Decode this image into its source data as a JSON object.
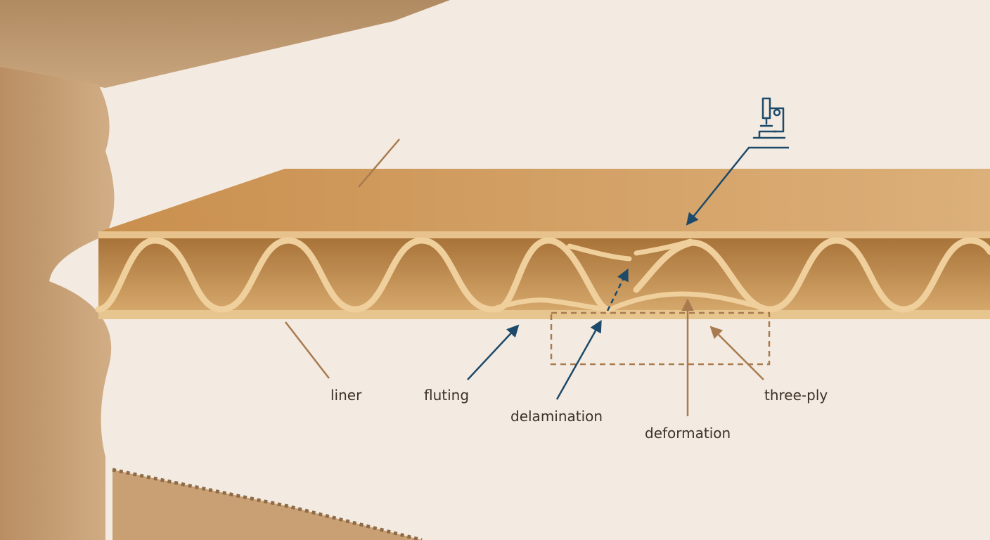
{
  "labels": {
    "liner": "liner",
    "fluting": "fluting",
    "delamination": "delamination",
    "deformation": "deformation",
    "three_ply": "three-ply"
  },
  "icons": {
    "inspection": "microscope-icon"
  },
  "colors": {
    "background": "#f3ebe1",
    "board": "#d5a265",
    "board_edge": "#e8c28d",
    "flute": "#efcf9c",
    "cavity": "#b98447",
    "accent_blue": "#1d4a6a",
    "accent_brown": "#a87a4e"
  }
}
